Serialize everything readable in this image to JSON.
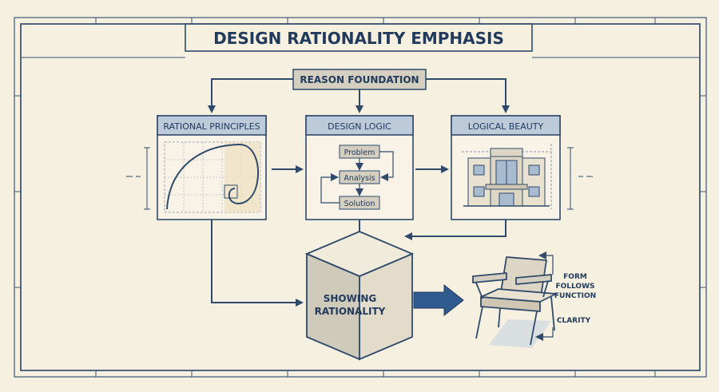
{
  "title": "DESIGN RATIONALITY EMPHASIS",
  "reason_foundation": "REASON FOUNDATION",
  "panels": {
    "rational_principles": {
      "label": "RATIONAL PRINCIPLES"
    },
    "design_logic": {
      "label": "DESIGN LOGIC",
      "steps": [
        "Problem",
        "Analysis",
        "Solution"
      ]
    },
    "logical_beauty": {
      "label": "LOGICAL BEAUTY"
    }
  },
  "cube": {
    "line1": "SHOWING",
    "line2": "RATIONALITY"
  },
  "annotations": {
    "form_line1": "FORM",
    "form_line2": "FOLLOWS",
    "form_line3": "FUNCTION",
    "clarity": "CLARITY"
  },
  "colors": {
    "background": "#f6f0e1",
    "navy": "#2f4a6b",
    "header_fill": "#bccad9",
    "cube_front": "#cfcab9",
    "cube_top": "#f1ebdc",
    "cube_side": "#e3dccb"
  }
}
